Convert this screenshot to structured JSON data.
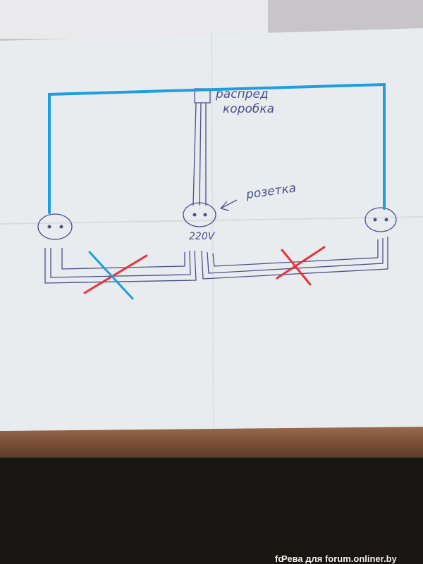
{
  "labels": {
    "junction_box_line1": "распред",
    "junction_box_line2": "коробка",
    "socket": "розетка",
    "voltage": "220V"
  },
  "watermark": {
    "prefix": "fo",
    "text": "Рева для forum.onliner.by"
  },
  "colors": {
    "new_wire": "#1e9de0",
    "cross_red": "#e8323c",
    "pen": "#4a4f8a",
    "paper": "#e9ecef"
  }
}
